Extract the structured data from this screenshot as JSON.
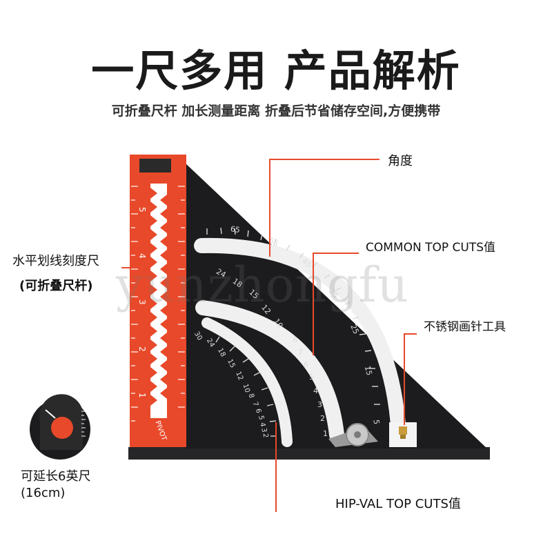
{
  "title": "一尺多用 产品解析",
  "subtitle": "可折叠尺杆 加长测量距离 折叠后节省储存空间,方便携带",
  "callouts": {
    "angle": "角度",
    "common_top_cuts": "COMMON TOP CUTS值",
    "stainless_scriber": "不锈钢画针工具",
    "hip_val_top_cuts": "HIP-VAL TOP CUTS值",
    "level_scale": "水平划线刻度尺",
    "foldable_rod": "(可折叠尺杆)",
    "extend_line1": "可延长6英尺",
    "extend_line2": "(16cm)"
  },
  "watermark": "yunzhongfu",
  "ruler": {
    "rod_numbers": [
      "5",
      "4",
      "3",
      "2",
      "1"
    ],
    "pivot_label": "PIVOT",
    "angle_numbers": [
      "65",
      "55",
      "45",
      "35",
      "25",
      "15",
      "5"
    ],
    "common_numbers": [
      "24",
      "18",
      "15",
      "12",
      "10",
      "8",
      "7",
      "6",
      "5",
      "4",
      "3",
      "2",
      "1"
    ],
    "hip_numbers": [
      "30",
      "24",
      "18",
      "15",
      "12",
      "10",
      "8",
      "7",
      "6",
      "5",
      "4",
      "3",
      "2"
    ]
  },
  "colors": {
    "accent": "#e8492a",
    "body": "#1c1c1e",
    "callout_line": "#e8492a"
  }
}
